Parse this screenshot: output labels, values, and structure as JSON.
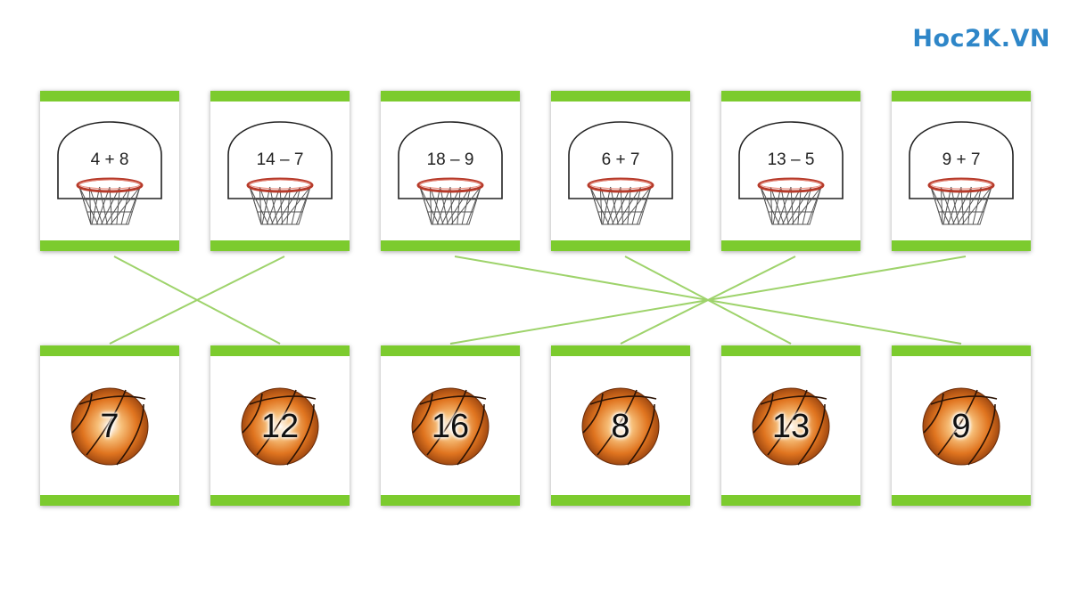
{
  "logo": "Hoc2K.VN",
  "colors": {
    "accent": "#7ccb2e",
    "link_line": "#9ed36b",
    "ball": "#e0741f",
    "logo": "#2e86c8"
  },
  "hoops": [
    {
      "expr": "4 + 8"
    },
    {
      "expr": "14 – 7"
    },
    {
      "expr": "18 – 9"
    },
    {
      "expr": "6 + 7"
    },
    {
      "expr": "13 – 5"
    },
    {
      "expr": "9 + 7"
    }
  ],
  "balls": [
    {
      "value": "7"
    },
    {
      "value": "12"
    },
    {
      "value": "16"
    },
    {
      "value": "8"
    },
    {
      "value": "13"
    },
    {
      "value": "9"
    }
  ],
  "links": [
    {
      "hoop": 0,
      "ball": 1
    },
    {
      "hoop": 1,
      "ball": 0
    },
    {
      "hoop": 2,
      "ball": 5
    },
    {
      "hoop": 3,
      "ball": 4
    },
    {
      "hoop": 4,
      "ball": 3
    },
    {
      "hoop": 5,
      "ball": 2
    }
  ]
}
